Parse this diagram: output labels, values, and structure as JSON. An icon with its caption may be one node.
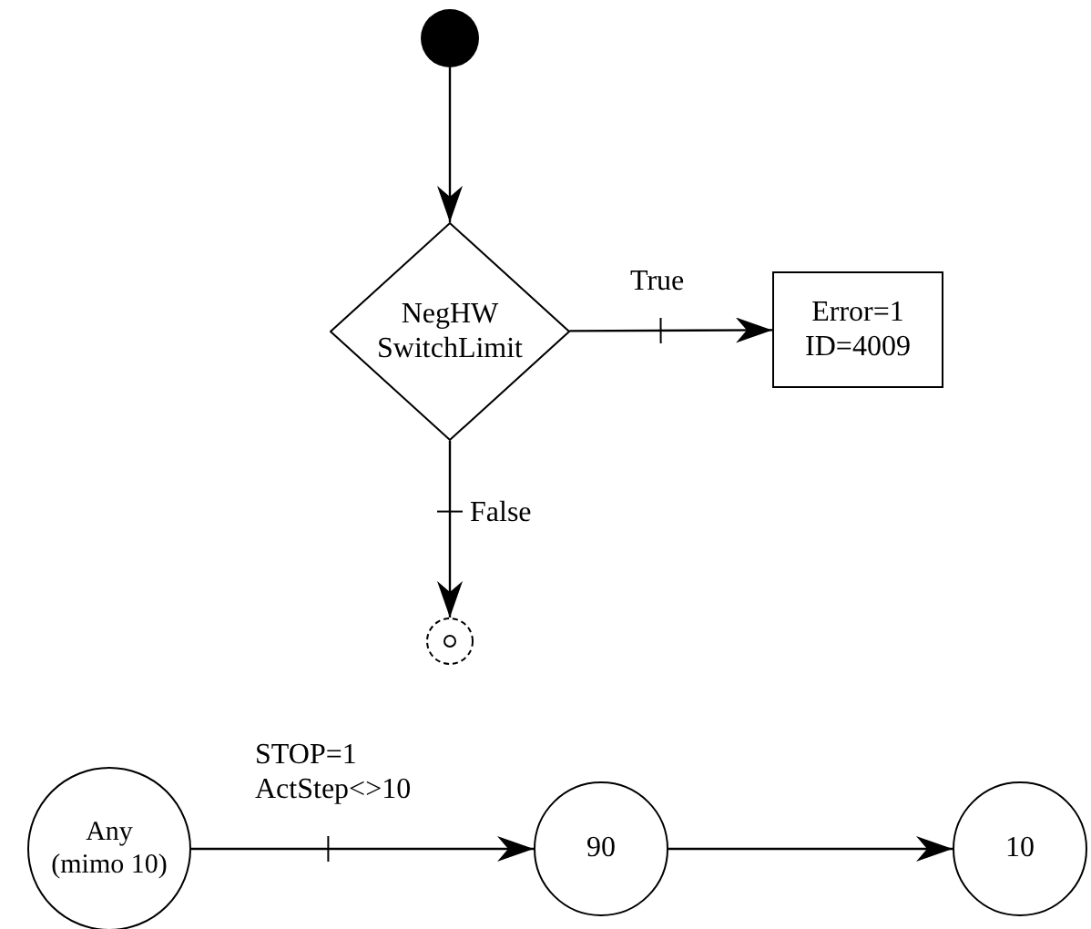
{
  "diagram": {
    "nodes": [
      {
        "text": [],
        "shape": "circle"
      },
      {
        "text": [
          "NegHW SwitchLimit"
        ]
      },
      {
        "text": [
          "Error=1 ID=4009"
        ]
      },
      {
        "text": [],
        "shape": "circle"
      },
      {
        "text": [
          "Any (mimo 10)"
        ]
      },
      {
        "text": [
          "90"
        ]
      },
      {
        "text": [
          "10"
        ]
      }
    ],
    "edges": [
      {
        "from": 0,
        "to": 1,
        "arrow": "to"
      },
      {
        "from": 1,
        "to": 2,
        "arrow": "to",
        "label": "True"
      },
      {
        "from": 1,
        "to": 3,
        "arrow": "to",
        "label": "False"
      },
      {
        "from": 4,
        "to": 5,
        "arrow": "to",
        "label": "STOP=1 ActStep<>10"
      },
      {
        "from": 5,
        "to": 6,
        "arrow": "to"
      }
    ]
  }
}
